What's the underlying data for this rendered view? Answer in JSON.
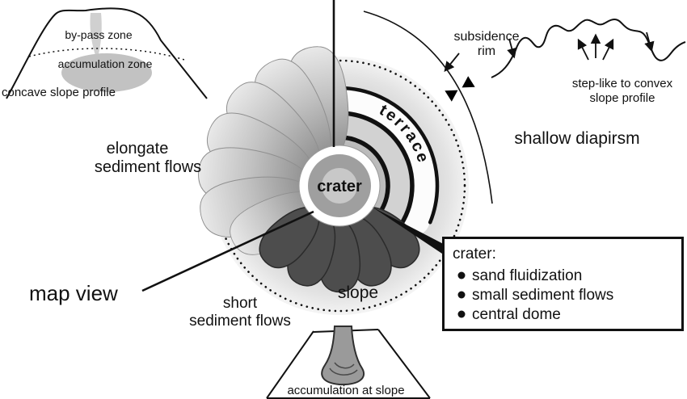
{
  "map": {
    "crater_label": "crater",
    "terrace_label": "terrace",
    "slope_label": "slope",
    "elongate_line1": "elongate",
    "elongate_line2": "sediment flows",
    "short_line1": "short",
    "short_line2": "sediment flows",
    "view_label": "map view"
  },
  "crater_box": {
    "title": "crater:",
    "items": [
      "sand fluidization",
      "small sediment flows",
      "central dome"
    ]
  },
  "concave_inset": {
    "bypass_label": "by-pass zone",
    "accumulation_label": "accumulation zone",
    "caption": "concave slope profile"
  },
  "subsidence_inset": {
    "rim_line1": "subsidence",
    "rim_line2": "rim",
    "profile_line1": "step-like to convex",
    "profile_line2": "slope profile",
    "diapirism_label": "shallow diapirsm"
  },
  "slope_inset": {
    "caption": "accumulation at slope"
  },
  "colors": {
    "dark_flow": "#4d4d4d",
    "slope_gray": "#c2c2c2",
    "accent_black": "#111111"
  }
}
